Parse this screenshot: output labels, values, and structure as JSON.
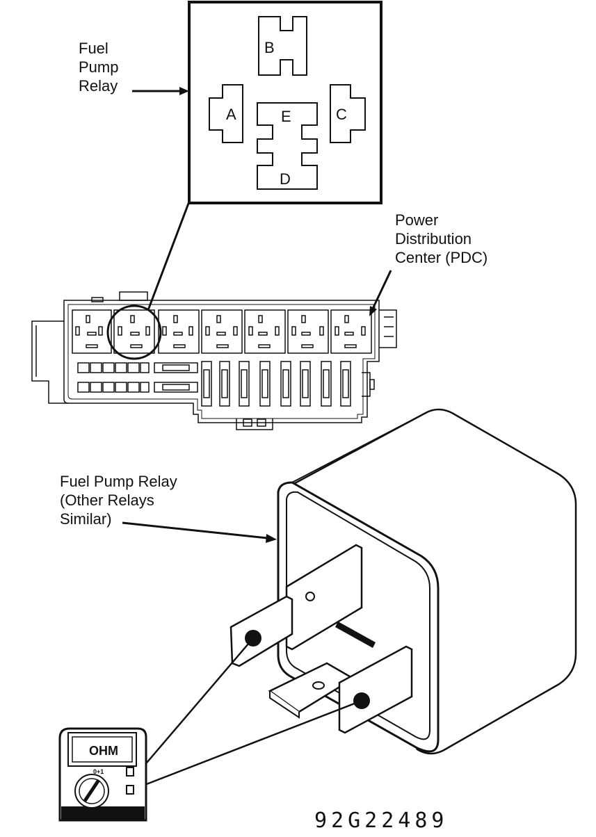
{
  "labels": {
    "fuel_pump_relay_callout": [
      "Fuel",
      "Pump",
      "Relay"
    ],
    "pdc_callout": [
      "Power",
      "Distribution",
      "Center (PDC)"
    ],
    "relay_callout": [
      "Fuel Pump Relay",
      "(Other Relays",
      "Similar)"
    ]
  },
  "terminals": {
    "a": "A",
    "b": "B",
    "c": "C",
    "d": "D",
    "e": "E"
  },
  "ohmmeter": {
    "display": "OHM",
    "dial_mark": "0+1"
  },
  "figure_id": "92G22489",
  "colors": {
    "ink": "#111111",
    "paper": "#ffffff"
  }
}
